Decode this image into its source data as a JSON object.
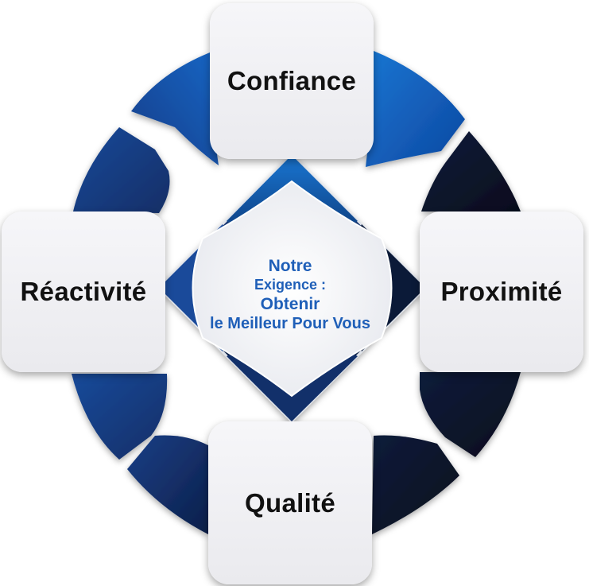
{
  "labels": {
    "top": "Confiance",
    "right": "Proximité",
    "bottom": "Qualité",
    "left": "Réactivité"
  },
  "center": {
    "line1": "Notre",
    "line2": "Exigence :",
    "line3": "Obtenir",
    "line4": "le Meilleur Pour Vous"
  },
  "colors": {
    "blue_light": "#1565c0",
    "blue_mid": "#1a3f86",
    "navy_dark": "#0c1730",
    "card": "#efeff2",
    "center_text": "#1f5fb8"
  }
}
